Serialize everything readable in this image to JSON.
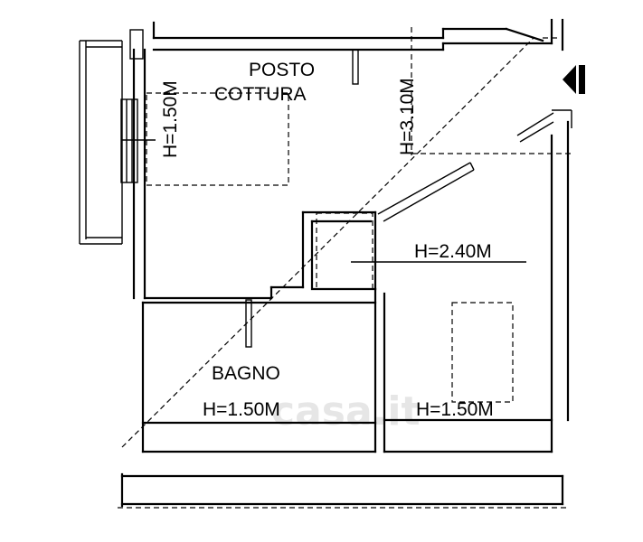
{
  "rooms": {
    "kitchen": {
      "name_line1": "POSTO",
      "name_line2": "COTTURA",
      "height_label": "H=1.50M"
    },
    "living": {
      "height_label": "H=3.10M"
    },
    "hall": {
      "height_label": "H=2.40M"
    },
    "bathroom": {
      "name": "BAGNO",
      "height_label": "H=1.50M"
    },
    "bedroom": {
      "height_label": "H=1.50M"
    }
  },
  "watermark": "casa.it",
  "colors": {
    "ink": "#000000",
    "background": "#ffffff",
    "watermark": "#e6e6e6"
  },
  "icons": {
    "entrance": "entrance-arrow-icon"
  }
}
